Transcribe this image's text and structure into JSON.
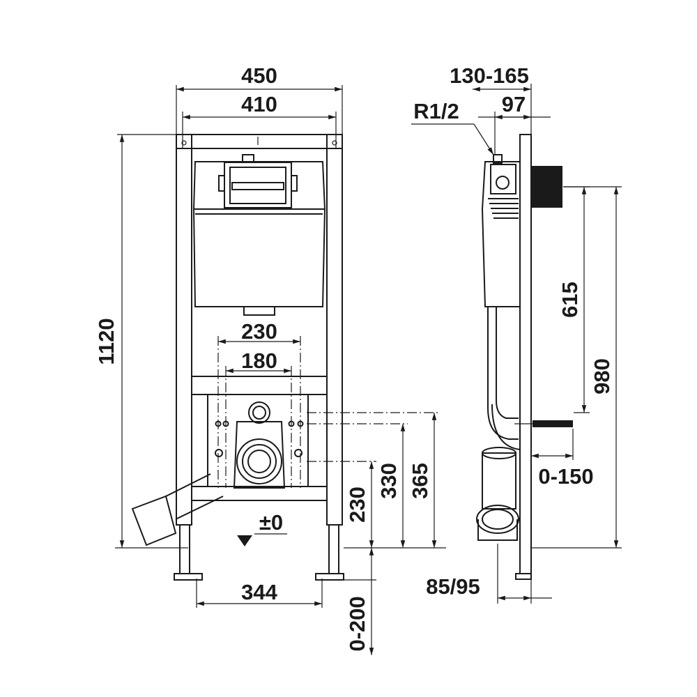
{
  "front_view": {
    "width_outer": "450",
    "width_inner": "410",
    "height_total": "1120",
    "bolt_spacing_outer": "230",
    "bolt_spacing_inner": "180",
    "floor_level": "±0",
    "height_outlet": "230",
    "height_lower_bolts": "330",
    "height_upper_bolts": "365",
    "foot_spacing": "344",
    "foot_adjust": "0-200"
  },
  "side_view": {
    "depth_range": "130-165",
    "inlet_thread": "R1/2",
    "inlet_offset": "97",
    "height_button": "615",
    "height_top": "980",
    "wall_thickness_range": "0-150",
    "outlet_diameter": "85/95"
  },
  "colors": {
    "line": "#1a1a1a",
    "background": "#ffffff"
  }
}
